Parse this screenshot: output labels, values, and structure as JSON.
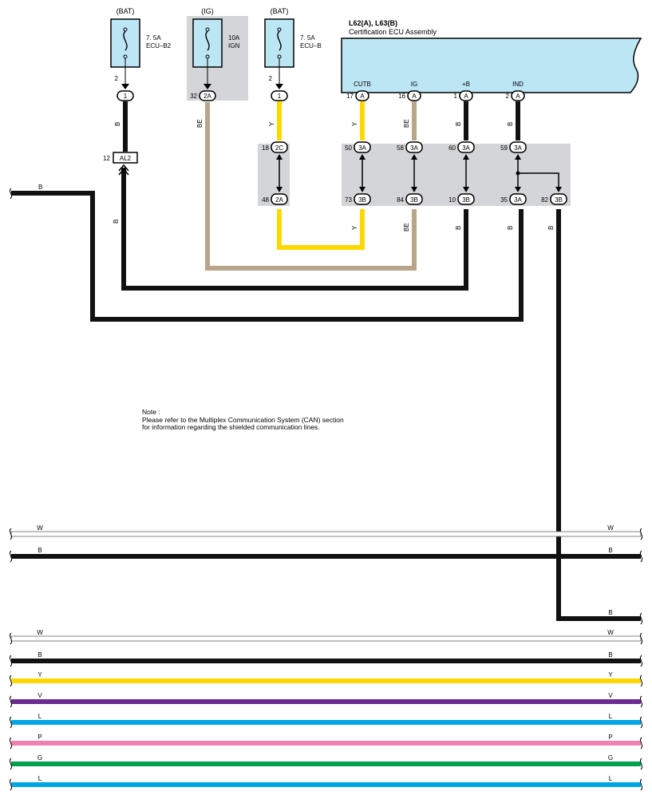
{
  "fuses": [
    {
      "source": "(BAT)",
      "rating": "7. 5A",
      "name": "ECU–B2",
      "pin": "2",
      "connector": "1"
    },
    {
      "source": "(IG)",
      "rating": "10A",
      "name": "IGN",
      "pin": "32",
      "connector": "2A"
    },
    {
      "source": "(BAT)",
      "rating": "7. 5A",
      "name": "ECU–B",
      "pin": "2",
      "connector": "1"
    }
  ],
  "ecu": {
    "id": "L62(A), L63(B)",
    "name": "Certification ECU Assembly",
    "terminals": [
      {
        "name": "CUTB",
        "pin": "17",
        "connector": "A"
      },
      {
        "name": "IG",
        "pin": "16",
        "connector": "A"
      },
      {
        "name": "+B",
        "pin": "1",
        "connector": "A"
      },
      {
        "name": "IND",
        "pin": "2",
        "connector": "A"
      }
    ]
  },
  "junctions": {
    "al2": {
      "pin": "12",
      "connector": "AL2"
    },
    "left_top": {
      "pin": "18",
      "connector": "2C"
    },
    "left_bottom": {
      "pin": "48",
      "connector": "2A"
    },
    "top": [
      {
        "pin": "50",
        "connector": "3A"
      },
      {
        "pin": "58",
        "connector": "3A"
      },
      {
        "pin": "60",
        "connector": "3A"
      },
      {
        "pin": "59",
        "connector": "3A"
      }
    ],
    "bottom": [
      {
        "pin": "73",
        "connector": "3B"
      },
      {
        "pin": "84",
        "connector": "3B"
      },
      {
        "pin": "10",
        "connector": "3B"
      },
      {
        "pin": "35",
        "connector": "3A"
      },
      {
        "pin": "82",
        "connector": "3B"
      }
    ]
  },
  "wire_labels": {
    "fuse1_out": "B",
    "fuse2_out": "BE",
    "fuse3_out": "Y",
    "cutb": "Y",
    "ig": "BE",
    "plusb": "B",
    "ind": "B",
    "left_in": "B",
    "al2_below": "B",
    "y_below": "Y",
    "be_below": "BE",
    "b_below_10": "B",
    "b_below_35": "B",
    "b_below_82": "B"
  },
  "note": {
    "title": "Note :",
    "lines": [
      "Please refer to the Multiplex Communication System (CAN) section",
      "for information regarding the shielded communication lines."
    ]
  },
  "buses": [
    {
      "left": "W",
      "right": "W",
      "color": "#ffffff"
    },
    {
      "left": "B",
      "right": "B",
      "color": "#111111"
    },
    {
      "left": "",
      "right": "B",
      "color": "#111111"
    },
    {
      "left": "W",
      "right": "W",
      "color": "#ffffff"
    },
    {
      "left": "B",
      "right": "B",
      "color": "#111111"
    },
    {
      "left": "Y",
      "right": "Y",
      "color": "#ffd800"
    },
    {
      "left": "V",
      "right": "V",
      "color": "#6b2c91"
    },
    {
      "left": "L",
      "right": "L",
      "color": "#00a6e6"
    },
    {
      "left": "P",
      "right": "P",
      "color": "#f080b0"
    },
    {
      "left": "G",
      "right": "G",
      "color": "#00a050"
    },
    {
      "left": "L",
      "right": "L",
      "color": "#00a6e6"
    }
  ],
  "colors": {
    "black_wire": "#111111",
    "yellow_wire": "#ffd800",
    "beige_wire": "#b8a58a",
    "fuse_box": "#bde6f5",
    "ecu_fill": "#bde6f5",
    "junction_fill": "#d4d5d8"
  }
}
